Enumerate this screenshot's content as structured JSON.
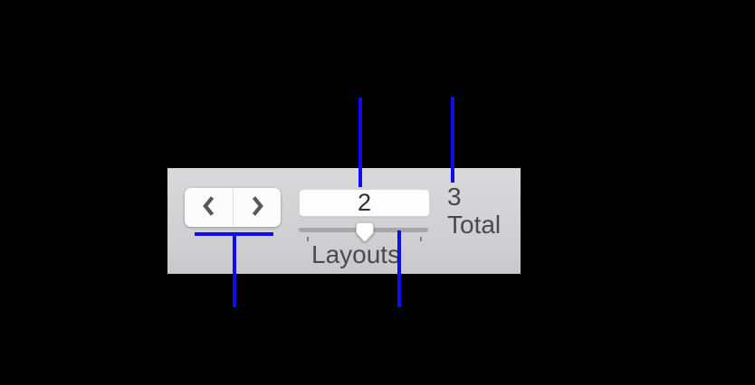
{
  "colors": {
    "annotation_blue": "#0d0dee",
    "toolbar_gradient_top": "#d9d8da",
    "toolbar_gradient_bottom": "#c9c8ca",
    "control_white": "#fcfcfc",
    "chevron_gray": "#58585a",
    "label_gray": "#4b4b4d"
  },
  "toolbar": {
    "nav": {
      "back_icon": "chevron-left",
      "forward_icon": "chevron-right"
    },
    "layouts": {
      "field_value": "2",
      "label": "Layouts",
      "slider_ticks": 3,
      "slider_position": "center"
    },
    "total": {
      "value": "3",
      "label": "Total"
    }
  }
}
